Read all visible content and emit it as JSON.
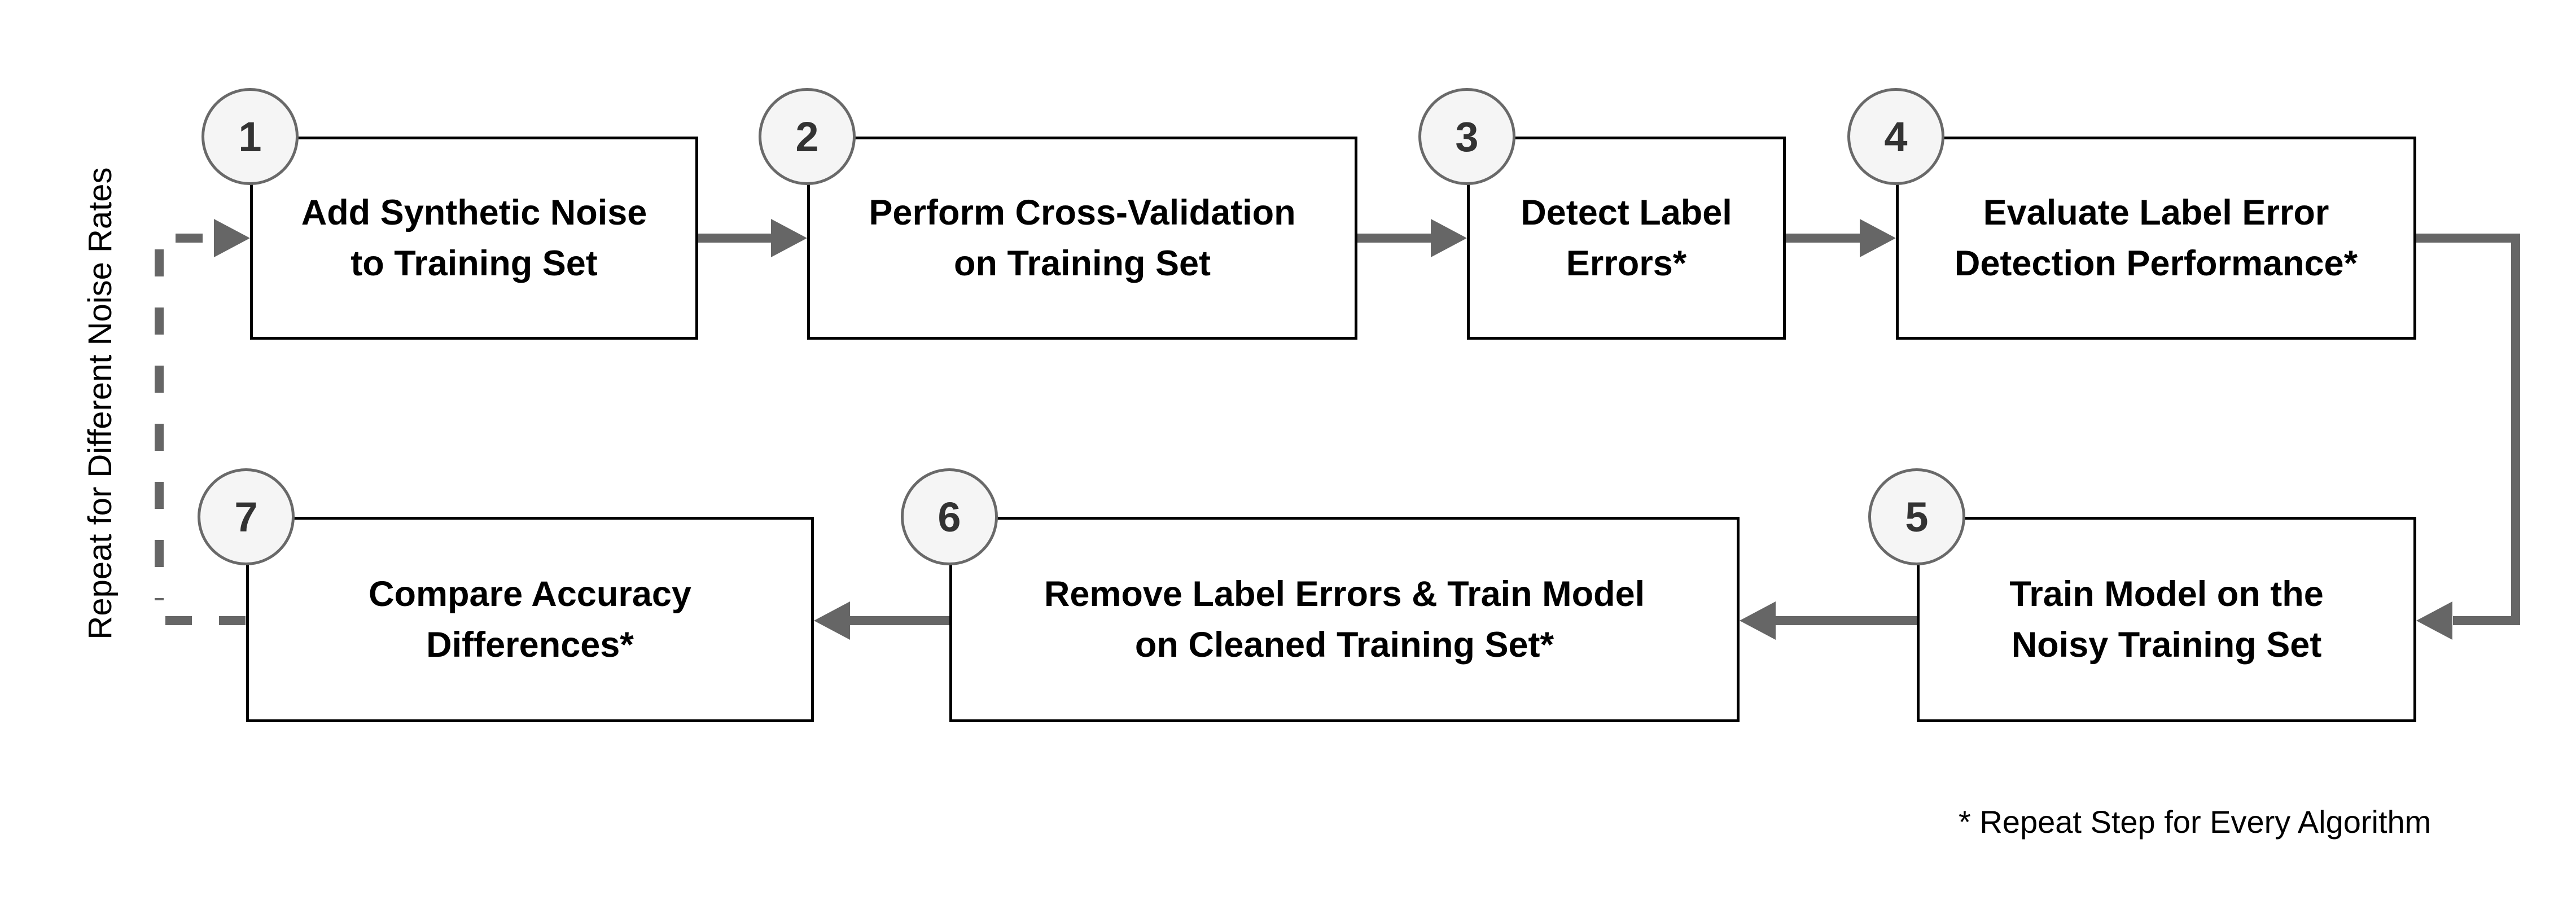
{
  "diagram": {
    "vertical_label": "Repeat for Different Noise Rates",
    "footnote": "* Repeat Step for Every Algorithm",
    "colors": {
      "background": "#ffffff",
      "box_border": "#000000",
      "box_fill": "#ffffff",
      "text": "#000000",
      "connector_gray": "#666666",
      "badge_fill": "#f5f5f5",
      "badge_border": "#696969",
      "badge_number": "#333333"
    },
    "steps": [
      {
        "number": "1",
        "lines": [
          "Add Synthetic Noise",
          "to Training Set"
        ]
      },
      {
        "number": "2",
        "lines": [
          "Perform Cross-Validation",
          "on Training Set"
        ]
      },
      {
        "number": "3",
        "lines": [
          "Detect Label",
          "Errors*"
        ]
      },
      {
        "number": "4",
        "lines": [
          "Evaluate Label Error",
          "Detection Performance*"
        ]
      },
      {
        "number": "5",
        "lines": [
          "Train Model on the",
          "Noisy Training Set"
        ]
      },
      {
        "number": "6",
        "lines": [
          "Remove Label Errors & Train Model",
          "on Cleaned Training Set*"
        ]
      },
      {
        "number": "7",
        "lines": [
          "Compare Accuracy",
          "Differences*"
        ]
      }
    ]
  }
}
